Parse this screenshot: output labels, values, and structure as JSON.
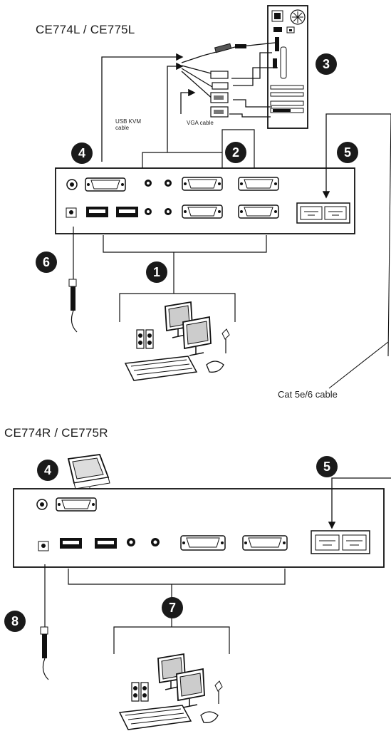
{
  "top": {
    "title": "CE774L / CE775L",
    "usb_cable_label": "USB KVM cable",
    "vga_cable_label": "VGA cable",
    "badges": [
      "1",
      "2",
      "3",
      "4",
      "5",
      "6"
    ]
  },
  "bottom": {
    "title": "CE774R / CE775R",
    "badges": [
      "4",
      "5",
      "7",
      "8"
    ]
  },
  "cat_cable_label": "Cat 5e/6 cable"
}
